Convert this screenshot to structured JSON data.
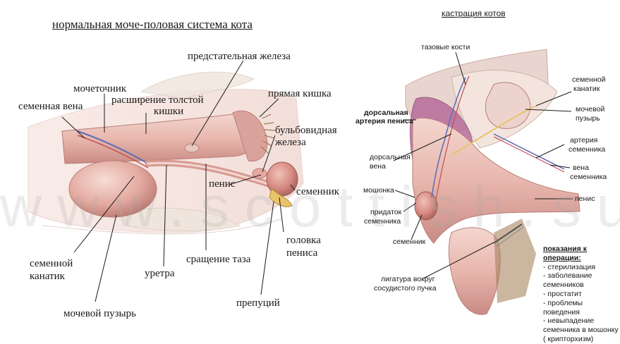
{
  "left": {
    "title": "нормальная моче-половая система кота",
    "labels": {
      "prostate": "предстательная железа",
      "ureter": "мочеточник",
      "colon_1": "расширение толстой",
      "colon_2": "кишки",
      "spermatic_vein": "семенная вена",
      "rectum": "прямая кишка",
      "bulbo_1": "бульбовидная",
      "bulbo_2": "железа",
      "penis": "пенис",
      "testis": "семенник",
      "glans_1": "головка",
      "glans_2": "пениса",
      "cord_1": "семенной",
      "cord_2": "канатик",
      "urethra": "уретра",
      "symphysis": "сращение таза",
      "prepuce": "препуций",
      "bladder": "мочевой пузырь"
    }
  },
  "right": {
    "title": "кастрация котов",
    "labels": {
      "pelvic_bones": "тазовые кости",
      "cord_1": "семенной",
      "cord_2": "канатик",
      "dorsal_artery_1": "дорсальная",
      "dorsal_artery_2": "артерия пениса",
      "bladder_1": "мочевой",
      "bladder_2": "пузырь",
      "artery_1": "артерия",
      "artery_2": "семенника",
      "dorsal_vein_1": "дорсальная",
      "dorsal_vein_2": "вена",
      "vein_1": "вена",
      "vein_2": "семенника",
      "scrotum": "мошонка",
      "penis": "пенис",
      "epididymis_1": "придаток",
      "epididymis_2": "семенника",
      "testis": "семенник",
      "ligature_1": "лигатура вокруг",
      "ligature_2": "сосудистого пучка"
    },
    "indications": {
      "title": "показания к операции:",
      "items": [
        "- стерилизация",
        "- заболевание",
        "семенников",
        "- простатит",
        "- проблемы поведения",
        "- невыпадение",
        "семенника в мошонку",
        "( крипторхизм)"
      ]
    }
  },
  "watermark": "www.scottish.su",
  "colors": {
    "tissue": "#e8b7ad",
    "tissue_dark": "#c98b85",
    "tissue_light": "#f3d6cf",
    "fat_yellow": "#e8c46a",
    "vessel_blue": "#5b6bb8",
    "vessel_red": "#c0504d",
    "fur": "#a07a52",
    "line": "#1a1a1a"
  }
}
